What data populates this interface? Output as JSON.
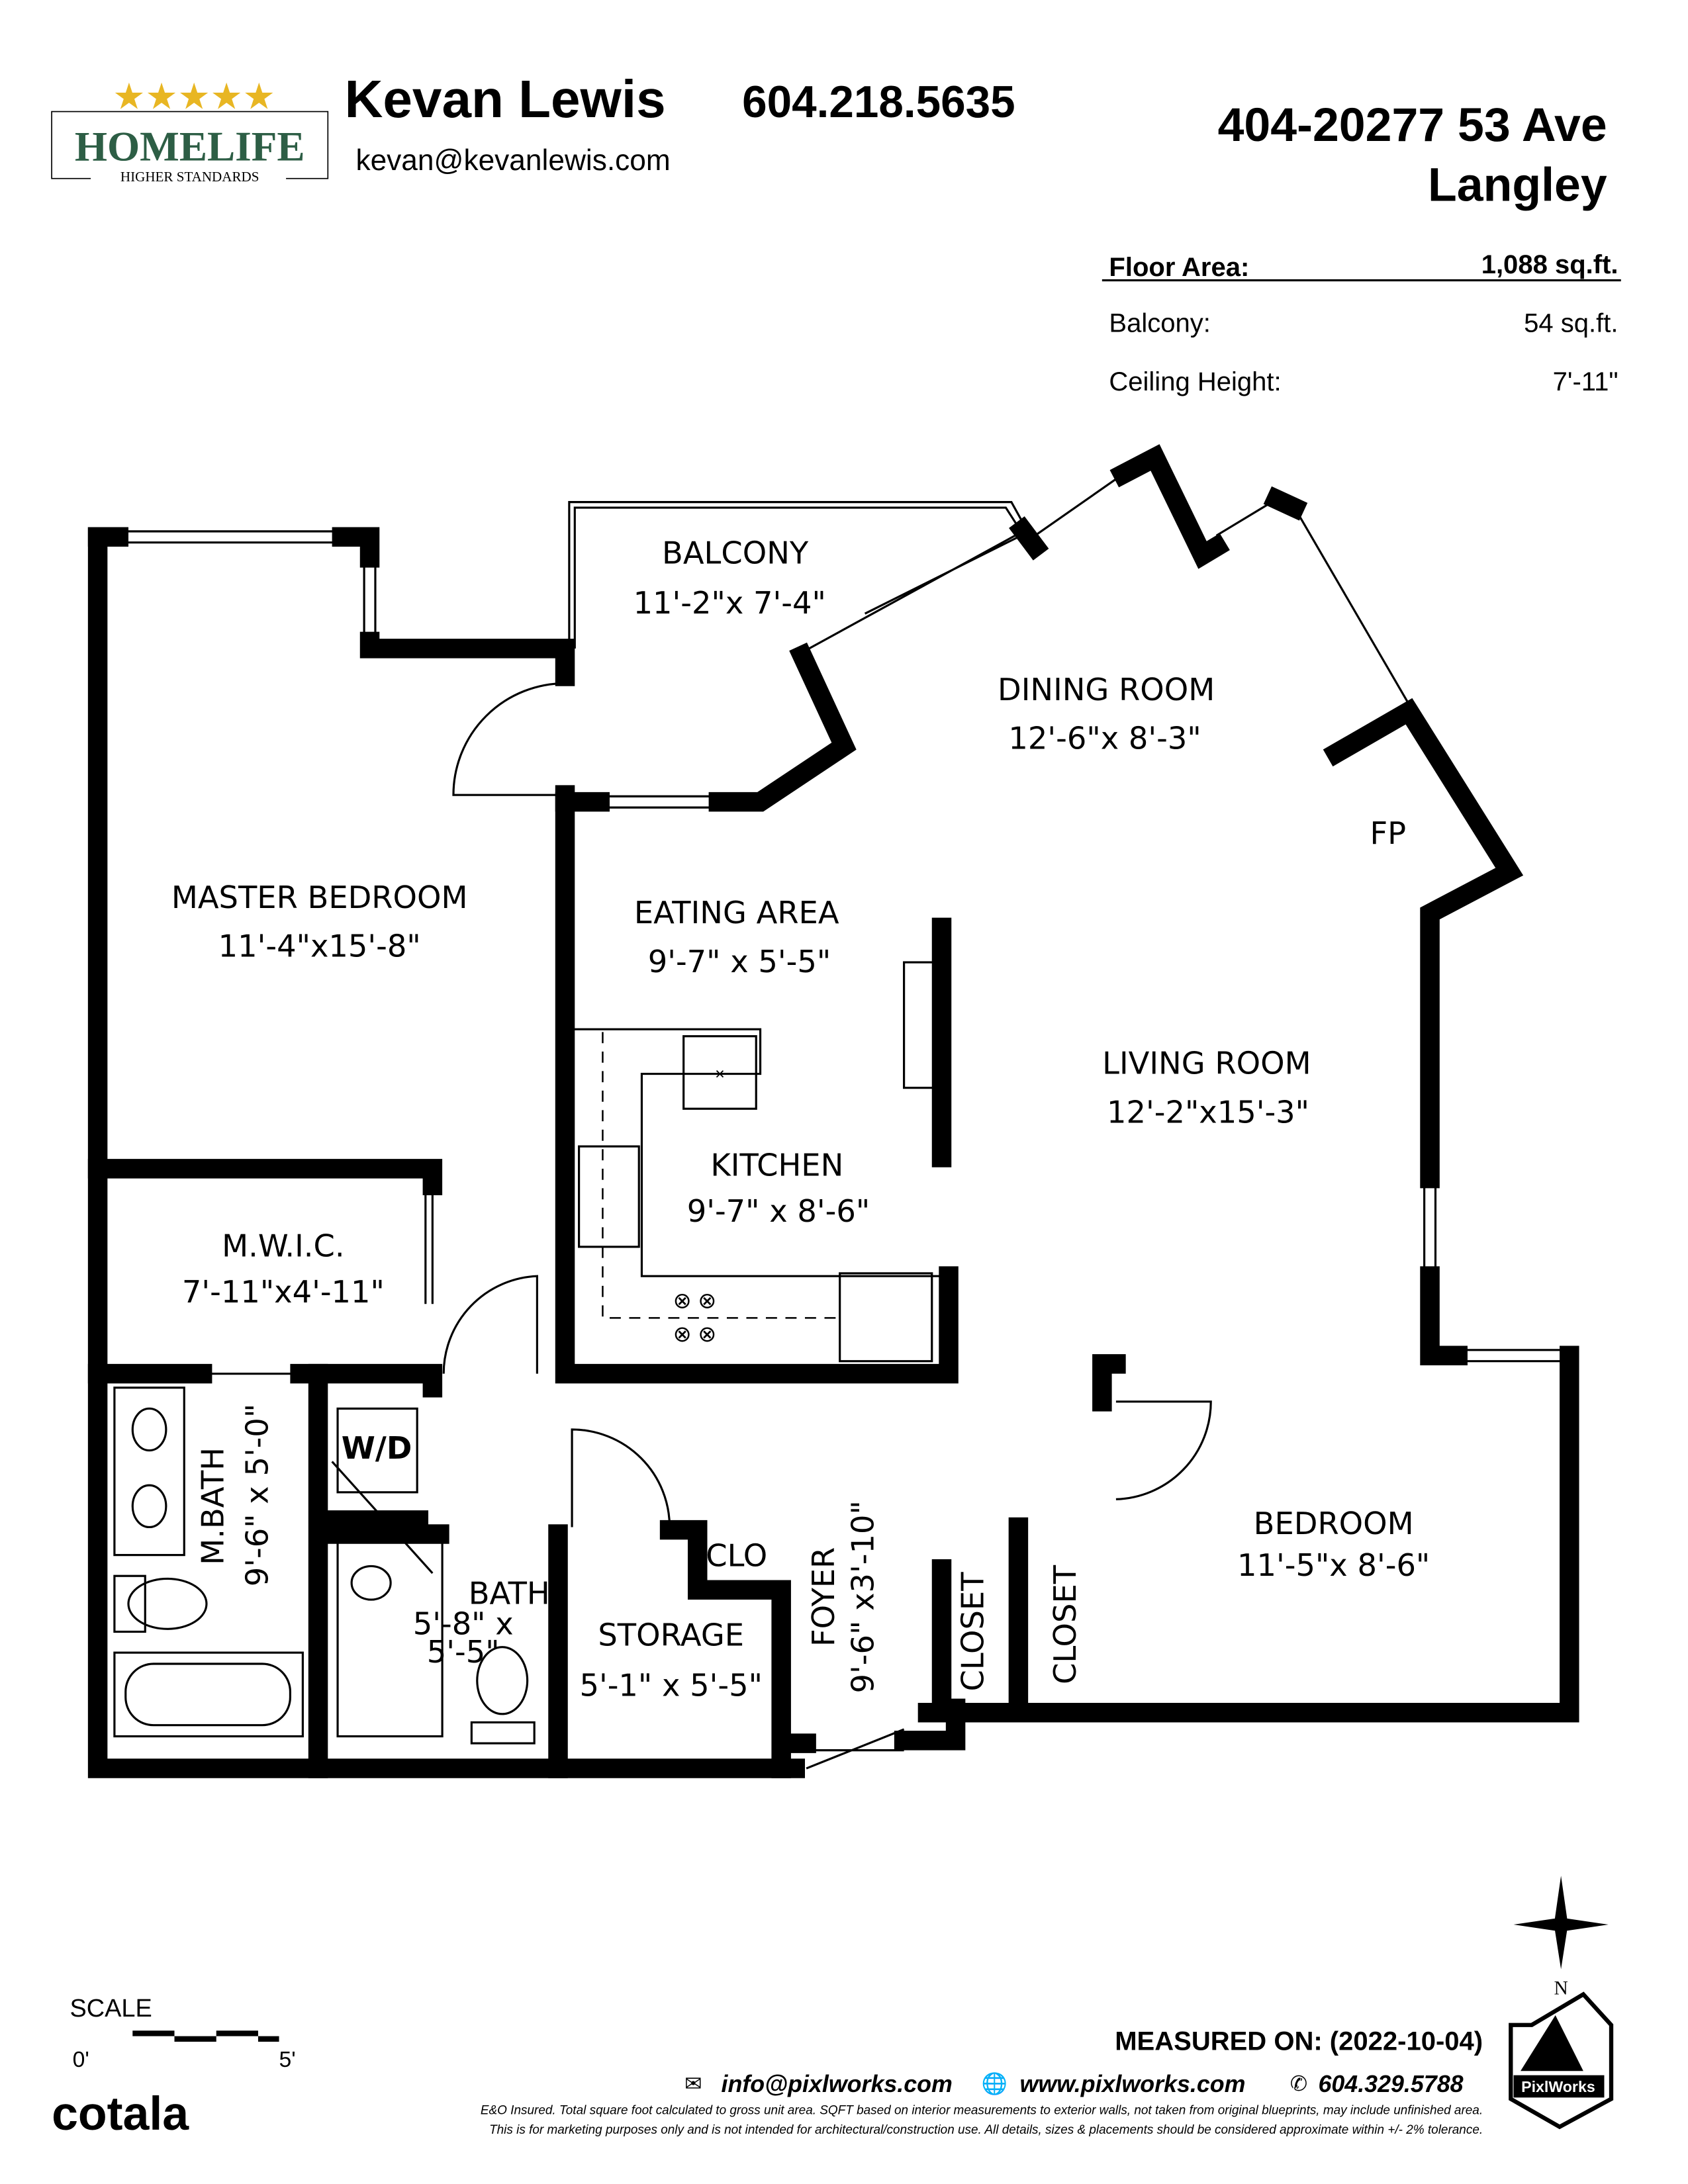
{
  "logo": {
    "brand": "HOMELIFE",
    "tagline": "HIGHER STANDARDS"
  },
  "agent": {
    "name": "Kevan Lewis",
    "phone": "604.218.5635",
    "email": "kevan@kevanlewis.com"
  },
  "address": {
    "line1": "404-20277 53 Ave",
    "line2": "Langley"
  },
  "stats": [
    {
      "label": "Floor Area:",
      "value": "1,088 sq.ft."
    },
    {
      "label": "Balcony:",
      "value": "54 sq.ft."
    },
    {
      "label": "Ceiling Height:",
      "value": "7'-11\""
    }
  ],
  "rooms": {
    "balcony": {
      "name": "BALCONY",
      "dims": "11'-2\"x 7'-4\""
    },
    "dining": {
      "name": "DINING ROOM",
      "dims": "12'-6\"x 8'-3\""
    },
    "fp": "FP",
    "master": {
      "name": "MASTER BEDROOM",
      "dims": "11'-4\"x15'-8\""
    },
    "eating": {
      "name": "EATING AREA",
      "dims": "9'-7\" x 5'-5\""
    },
    "living": {
      "name": "LIVING ROOM",
      "dims": "12'-2\"x15'-3\""
    },
    "kitchen": {
      "name": "KITCHEN",
      "dims": "9'-7\" x 8'-6\""
    },
    "mwic": {
      "name": "M.W.I.C.",
      "dims": "7'-11\"x4'-11\""
    },
    "wd": "W/D",
    "mbath": {
      "name": "M.BATH",
      "dims": "9'-6\" x 5'-0\""
    },
    "bath": {
      "name": "BATH",
      "dims1": "5'-8\" x",
      "dims2": "5'-5\""
    },
    "storage": {
      "name": "STORAGE",
      "dims": "5'-1\" x 5'-5\""
    },
    "clo": "CLO",
    "foyer": {
      "name": "FOYER",
      "dims": "9'-6\" x3'-10\""
    },
    "closet1": "CLOSET",
    "closet2": "CLOSET",
    "bedroom": {
      "name": "BEDROOM",
      "dims": "11'-5\"x 8'-6\""
    }
  },
  "compass": {
    "north": "N"
  },
  "scale": {
    "label": "SCALE",
    "min": "0'",
    "max": "5'"
  },
  "footer": {
    "measured": "MEASURED ON: (2022-10-04)",
    "email": "info@pixlworks.com",
    "web": "www.pixlworks.com",
    "phone": "604.329.5788",
    "disclaimer1": "E&O Insured.  Total square foot calculated to gross unit area. SQFT based on interior measurements to exterior walls, not taken from original blueprints, may include unfinished area.",
    "disclaimer2": "This is for marketing purposes only and is not intended for architectural/construction use.  All details, sizes & placements should be considered approximate within +/- 2%  tolerance.",
    "cotala": "cotala",
    "pixlworks": "PixlWorks"
  }
}
